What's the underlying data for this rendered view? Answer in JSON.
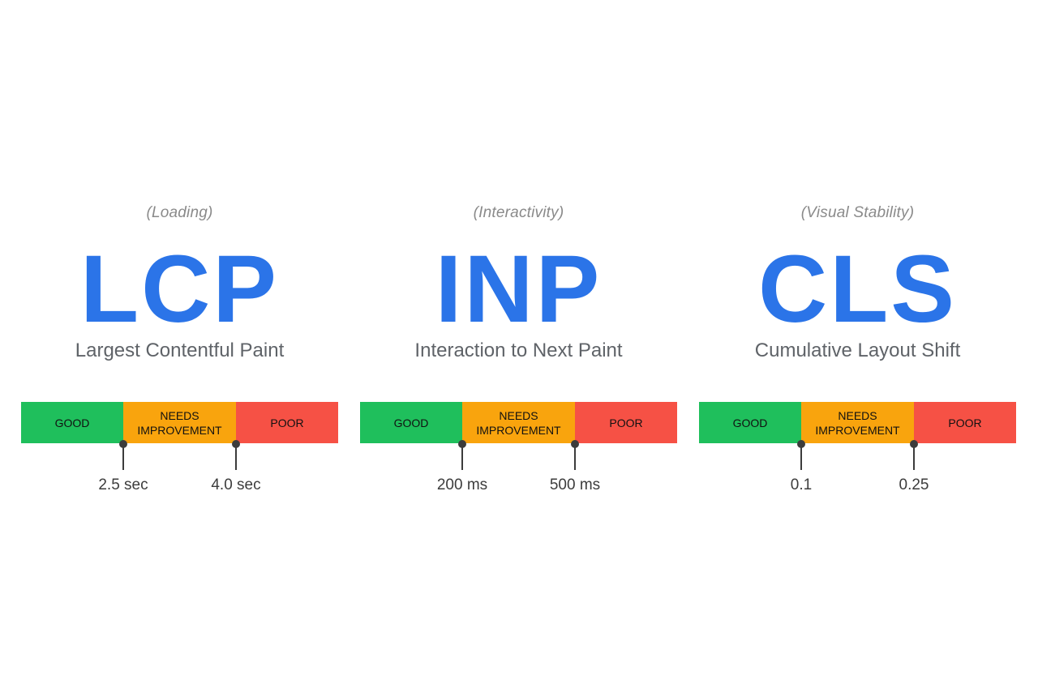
{
  "colors": {
    "accent_blue": "#2b74e8",
    "good": "#1fbf5c",
    "needs_improvement": "#f9a40d",
    "poor": "#f65145"
  },
  "metrics": [
    {
      "category": "(Loading)",
      "acronym": "LCP",
      "full_name": "Largest Contentful Paint",
      "segments": {
        "good": "GOOD",
        "needs": "NEEDS\nIMPROVEMENT",
        "poor": "POOR"
      },
      "thresholds": [
        "2.5 sec",
        "4.0 sec"
      ]
    },
    {
      "category": "(Interactivity)",
      "acronym": "INP",
      "full_name": "Interaction to Next Paint",
      "segments": {
        "good": "GOOD",
        "needs": "NEEDS\nIMPROVEMENT",
        "poor": "POOR"
      },
      "thresholds": [
        "200 ms",
        "500 ms"
      ]
    },
    {
      "category": "(Visual Stability)",
      "acronym": "CLS",
      "full_name": "Cumulative Layout Shift",
      "segments": {
        "good": "GOOD",
        "needs": "NEEDS\nIMPROVEMENT",
        "poor": "POOR"
      },
      "thresholds": [
        "0.1",
        "0.25"
      ]
    }
  ]
}
